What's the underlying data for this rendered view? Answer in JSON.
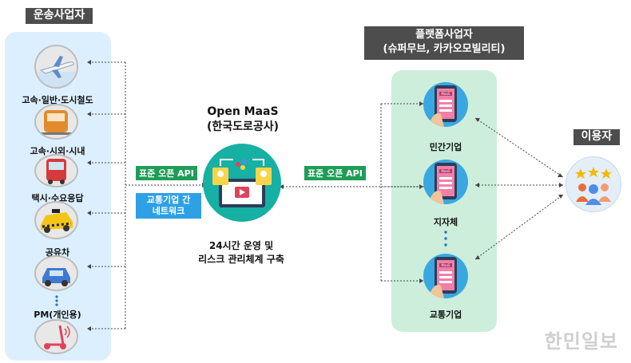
{
  "left_panel": {
    "header": "운송사업자",
    "items": [
      {
        "label": "항공",
        "icon": "airplane-icon"
      },
      {
        "label": "고속·일반·도시철도",
        "icon": "train-icon"
      },
      {
        "label": "고속·시외·시내",
        "icon": "bus-icon"
      },
      {
        "label": "택시·수요응답",
        "icon": "taxi-icon"
      },
      {
        "label": "공유차",
        "icon": "car-icon"
      },
      {
        "label": "PM(개인용)",
        "icon": "kickscooter-icon"
      }
    ]
  },
  "center": {
    "title_line1": "Open MaaS",
    "title_line2": "(한국도로공사)",
    "api_left": "표준 오픈 API",
    "network_line1": "교통기업 간",
    "network_line2": "네트워크",
    "desc_line1": "24시간 운영 및",
    "desc_line2": "리스크 관리체계 구축"
  },
  "api_right": "표준 오픈 API",
  "right_panel": {
    "header_line1": "플랫폼사업자",
    "header_line2": "(슈퍼무브, 카카오모빌리티)",
    "phone_text": "MaaS",
    "items": [
      {
        "label": "민간기업"
      },
      {
        "label": "지자체"
      },
      {
        "label": "교통기업"
      }
    ]
  },
  "user": {
    "label": "이용자"
  },
  "watermark": "한민일보",
  "colors": {
    "left_panel_bg": "#dcefff",
    "right_panel_bg": "#cdeedb",
    "header_bg": "#4d4d4d",
    "api_green": "#1f9d57",
    "network_blue": "#2ea0e6",
    "maas_circle": "#16b0a4",
    "phone_circle": "#39a8e0"
  }
}
